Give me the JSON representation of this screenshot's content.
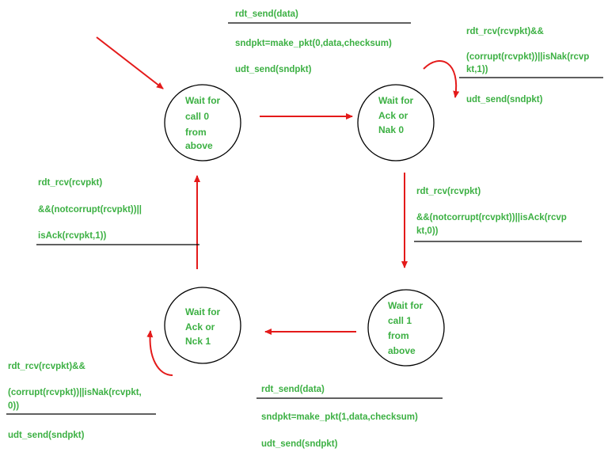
{
  "colors": {
    "text": "#3cb043",
    "arrow": "#e41a1a",
    "line": "#000000"
  },
  "states": {
    "s0": [
      "Wait for",
      "call 0",
      "from",
      "above"
    ],
    "s1": [
      "Wait for",
      "Ack or",
      "Nak 0"
    ],
    "s2": [
      "Wait for",
      "call 1",
      "from",
      "above"
    ],
    "s3": [
      "Wait for",
      "Ack or",
      "Nck 1"
    ]
  },
  "transitions": {
    "t_send0": {
      "event": "rdt_send(data)",
      "actions": [
        "sndpkt=make_pkt(0,data,checksum)",
        "udt_send(sndpkt)"
      ]
    },
    "t_nak0": {
      "event": [
        "rdt_rcv(rcvpkt)&&",
        "(corrupt(rcvpkt))||isNak(rcvp",
        "kt,1))"
      ],
      "action": "udt_send(sndpkt)"
    },
    "t_ack0": {
      "event": [
        "rdt_rcv(rcvpkt)",
        "&&(notcorrupt(rcvpkt))||isAck(rcvp",
        "kt,0))"
      ]
    },
    "t_send1": {
      "event": "rdt_send(data)",
      "actions": [
        "sndpkt=make_pkt(1,data,checksum)",
        "udt_send(sndpkt)"
      ]
    },
    "t_nak1": {
      "event": [
        "rdt_rcv(rcvpkt)&&",
        "(corrupt(rcvpkt))||isNak(rcvpkt,",
        "0))"
      ],
      "action": "udt_send(sndpkt)"
    },
    "t_ack1": {
      "event": [
        "rdt_rcv(rcvpkt)",
        "&&(notcorrupt(rcvpkt))||",
        "isAck(rcvpkt,1))"
      ]
    }
  }
}
